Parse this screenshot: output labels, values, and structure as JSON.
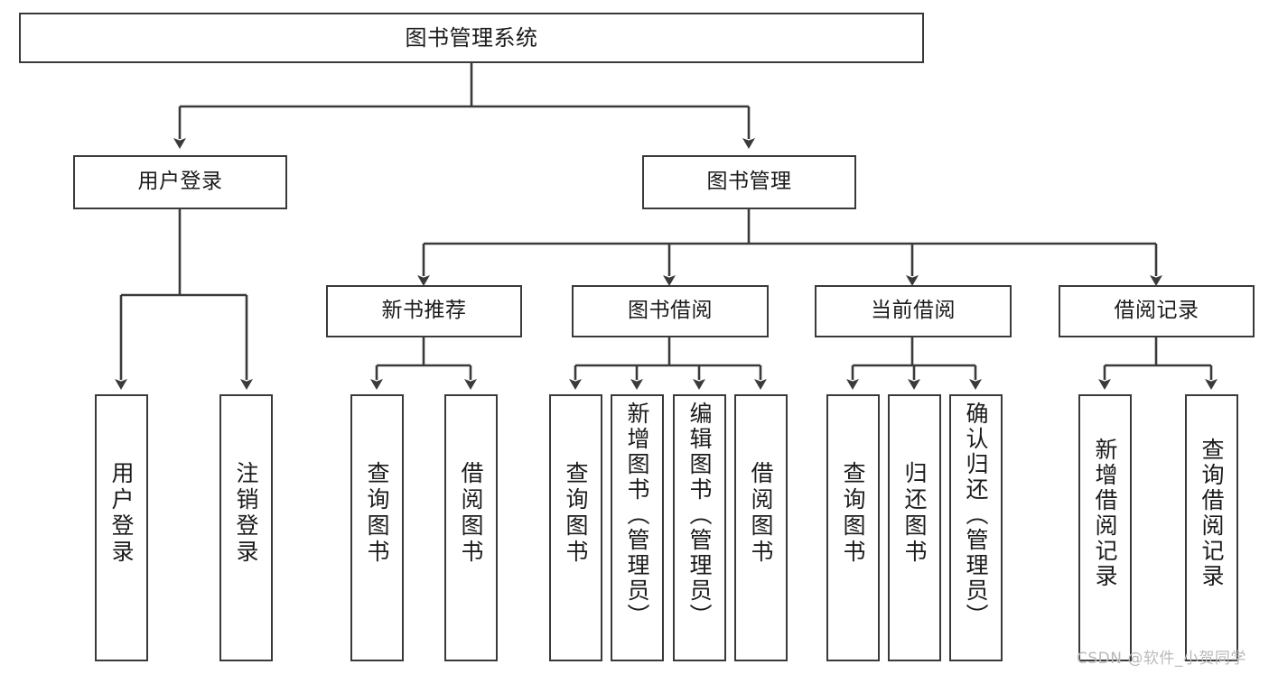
{
  "diagram": {
    "title": "图书管理系统",
    "type": "hierarchy-tree",
    "watermark": "CSDN @软件_小贺同学",
    "colors": {
      "stroke": "#3a3a3a",
      "fill": "#ffffff",
      "text": "#1b1b1b",
      "watermark": "#b9b9b9"
    },
    "nodes": {
      "root": {
        "label": "图书管理系统"
      },
      "level2": [
        {
          "id": "user-login",
          "label": "用户登录"
        },
        {
          "id": "book-manage",
          "label": "图书管理"
        }
      ],
      "level3": [
        {
          "id": "new-book-rec",
          "label": "新书推荐"
        },
        {
          "id": "book-borrow",
          "label": "图书借阅"
        },
        {
          "id": "current-borrow",
          "label": "当前借阅"
        },
        {
          "id": "borrow-record",
          "label": "借阅记录"
        }
      ],
      "leaves": {
        "user-login": [
          {
            "id": "leaf-user-login",
            "label": "用户登录"
          },
          {
            "id": "leaf-user-logout",
            "label": "注销登录"
          }
        ],
        "new-book-rec": [
          {
            "id": "leaf-query-book-1",
            "label": "查询图书"
          },
          {
            "id": "leaf-borrow-book-1",
            "label": "借阅图书"
          }
        ],
        "book-borrow": [
          {
            "id": "leaf-query-book-2",
            "label": "查询图书"
          },
          {
            "id": "leaf-add-book",
            "label": "新增图书（管理员）"
          },
          {
            "id": "leaf-edit-book",
            "label": "编辑图书（管理员）"
          },
          {
            "id": "leaf-borrow-book-2",
            "label": "借阅图书"
          }
        ],
        "current-borrow": [
          {
            "id": "leaf-query-book-3",
            "label": "查询图书"
          },
          {
            "id": "leaf-return-book",
            "label": "归还图书"
          },
          {
            "id": "leaf-confirm-return",
            "label": "确认归还（管理员）"
          }
        ],
        "borrow-record": [
          {
            "id": "leaf-add-record",
            "label": "新增借阅记录"
          },
          {
            "id": "leaf-query-record",
            "label": "查询借阅记录"
          }
        ]
      }
    }
  }
}
